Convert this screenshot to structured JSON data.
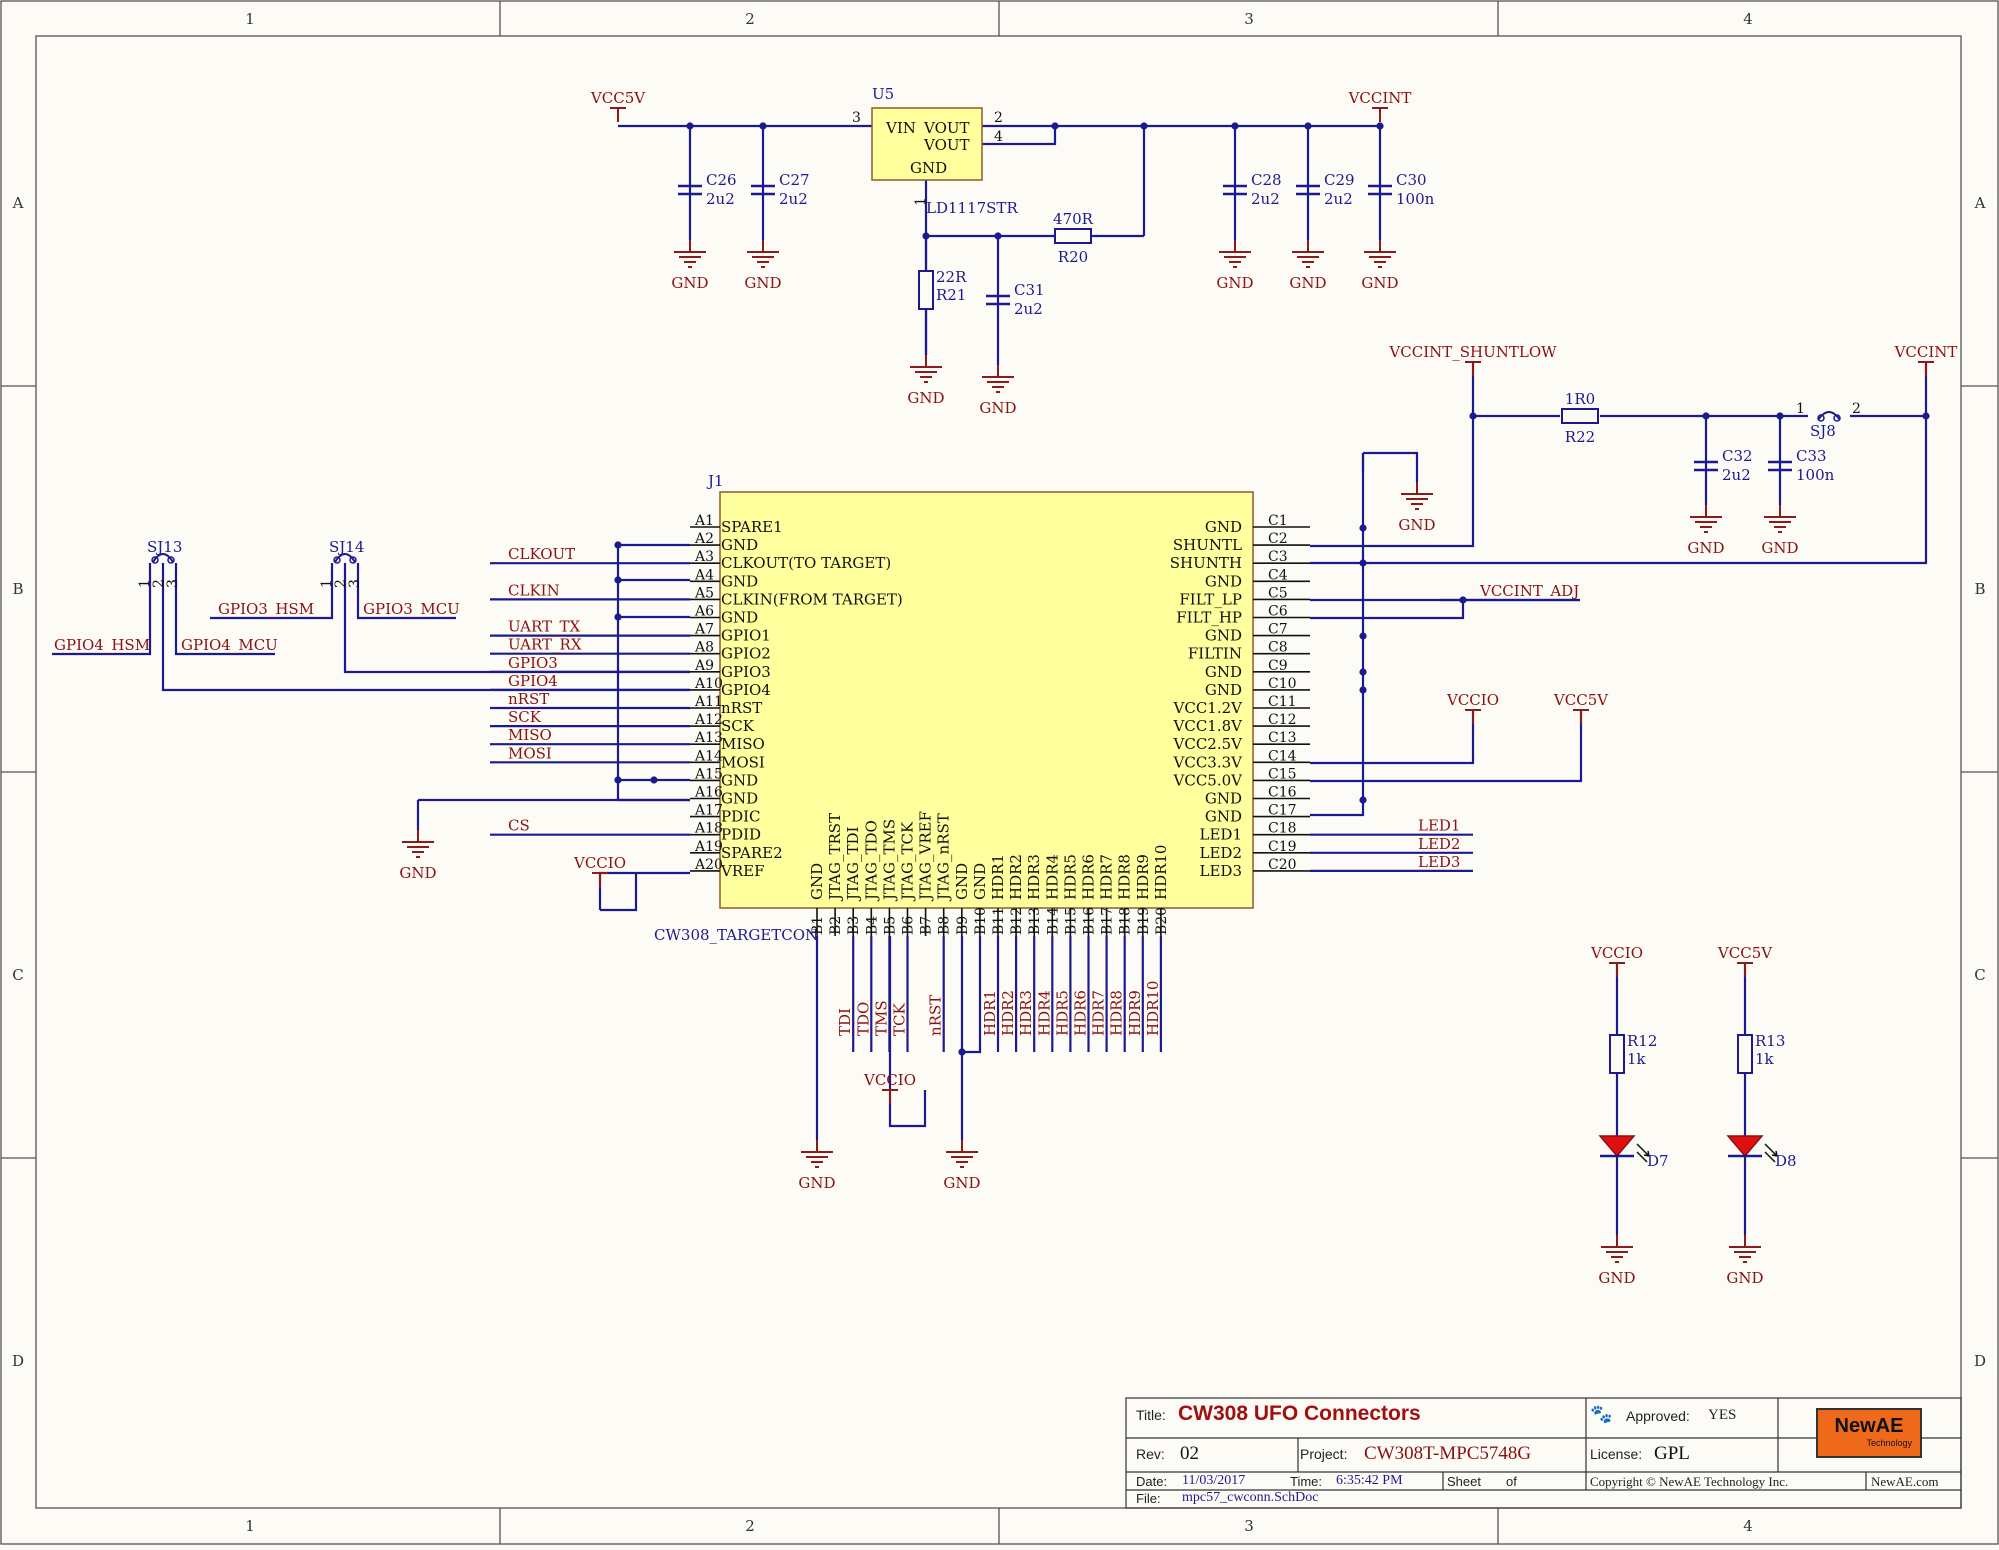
{
  "zones": {
    "columns": [
      "1",
      "2",
      "3",
      "4"
    ],
    "rows": [
      "A",
      "B",
      "C",
      "D"
    ]
  },
  "regulator": {
    "designator": "U5",
    "part": "LD1117STR",
    "pins": {
      "vin": "VIN",
      "vout": "VOUT",
      "vout2": "VOUT",
      "gnd": "GND"
    },
    "pin_numbers": {
      "vin": "3",
      "vout": "2",
      "vout2": "4",
      "gnd": "1"
    }
  },
  "power_nets": {
    "vcc5v": "VCC5V",
    "vccint": "VCCINT",
    "vccint_shuntlow": "VCCINT_SHUNTLOW",
    "vccio": "VCCIO",
    "gnd": "GND",
    "vccint_adj": "VCCINT_ADJ"
  },
  "capacitors": [
    {
      "ref": "C26",
      "value": "2u2"
    },
    {
      "ref": "C27",
      "value": "2u2"
    },
    {
      "ref": "C28",
      "value": "2u2"
    },
    {
      "ref": "C29",
      "value": "2u2"
    },
    {
      "ref": "C30",
      "value": "100n"
    },
    {
      "ref": "C31",
      "value": "2u2"
    },
    {
      "ref": "C32",
      "value": "2u2"
    },
    {
      "ref": "C33",
      "value": "100n"
    }
  ],
  "resistors": [
    {
      "ref": "R20",
      "value": "470R"
    },
    {
      "ref": "R21",
      "value": "22R"
    },
    {
      "ref": "R22",
      "value": "1R0"
    },
    {
      "ref": "R12",
      "value": "1k"
    },
    {
      "ref": "R13",
      "value": "1k"
    }
  ],
  "jumper_sj8": {
    "ref": "SJ8",
    "pin1": "1",
    "pin2": "2"
  },
  "solder_jumpers": [
    {
      "ref": "SJ13",
      "pins": [
        "1",
        "2",
        "3"
      ],
      "nets": [
        "GPIO4_HSM",
        "GPIO4_MCU"
      ]
    },
    {
      "ref": "SJ14",
      "pins": [
        "1",
        "2",
        "3"
      ],
      "nets": [
        "GPIO3_HSM",
        "GPIO3_MCU"
      ]
    }
  ],
  "connector": {
    "designator": "J1",
    "part": "CW308_TARGETCON",
    "a_pins": [
      {
        "num": "A1",
        "name": "SPARE1",
        "net": ""
      },
      {
        "num": "A2",
        "name": "GND",
        "net": ""
      },
      {
        "num": "A3",
        "name": "CLKOUT(TO TARGET)",
        "net": "CLKOUT"
      },
      {
        "num": "A4",
        "name": "GND",
        "net": ""
      },
      {
        "num": "A5",
        "name": "CLKIN(FROM TARGET)",
        "net": "CLKIN"
      },
      {
        "num": "A6",
        "name": "GND",
        "net": ""
      },
      {
        "num": "A7",
        "name": "GPIO1",
        "net": "UART_TX"
      },
      {
        "num": "A8",
        "name": "GPIO2",
        "net": "UART_RX"
      },
      {
        "num": "A9",
        "name": "GPIO3",
        "net": "GPIO3"
      },
      {
        "num": "A10",
        "name": "GPIO4",
        "net": "GPIO4"
      },
      {
        "num": "A11",
        "name": "nRST",
        "net": "nRST"
      },
      {
        "num": "A12",
        "name": "SCK",
        "net": "SCK"
      },
      {
        "num": "A13",
        "name": "MISO",
        "net": "MISO"
      },
      {
        "num": "A14",
        "name": "MOSI",
        "net": "MOSI"
      },
      {
        "num": "A15",
        "name": "GND",
        "net": ""
      },
      {
        "num": "A16",
        "name": "GND",
        "net": ""
      },
      {
        "num": "A17",
        "name": "PDIC",
        "net": ""
      },
      {
        "num": "A18",
        "name": "PDID",
        "net": "CS"
      },
      {
        "num": "A19",
        "name": "SPARE2",
        "net": ""
      },
      {
        "num": "A20",
        "name": "VREF",
        "net": ""
      }
    ],
    "c_pins": [
      {
        "num": "C1",
        "name": "GND"
      },
      {
        "num": "C2",
        "name": "SHUNTL"
      },
      {
        "num": "C3",
        "name": "SHUNTH"
      },
      {
        "num": "C4",
        "name": "GND"
      },
      {
        "num": "C5",
        "name": "FILT_LP"
      },
      {
        "num": "C6",
        "name": "FILT_HP"
      },
      {
        "num": "C7",
        "name": "GND"
      },
      {
        "num": "C8",
        "name": "FILTIN"
      },
      {
        "num": "C9",
        "name": "GND"
      },
      {
        "num": "C10",
        "name": "GND"
      },
      {
        "num": "C11",
        "name": "VCC1.2V"
      },
      {
        "num": "C12",
        "name": "VCC1.8V"
      },
      {
        "num": "C13",
        "name": "VCC2.5V"
      },
      {
        "num": "C14",
        "name": "VCC3.3V"
      },
      {
        "num": "C15",
        "name": "VCC5.0V"
      },
      {
        "num": "C16",
        "name": "GND"
      },
      {
        "num": "C17",
        "name": "GND"
      },
      {
        "num": "C18",
        "name": "LED1"
      },
      {
        "num": "C19",
        "name": "LED2"
      },
      {
        "num": "C20",
        "name": "LED3"
      }
    ],
    "b_pins": [
      {
        "num": "B1",
        "name": "GND",
        "net": ""
      },
      {
        "num": "B2",
        "name": "JTAG_TRST",
        "net": ""
      },
      {
        "num": "B3",
        "name": "JTAG_TDI",
        "net": "TDI"
      },
      {
        "num": "B4",
        "name": "JTAG_TDO",
        "net": "TDO"
      },
      {
        "num": "B5",
        "name": "JTAG_TMS",
        "net": "TMS"
      },
      {
        "num": "B6",
        "name": "JTAG_TCK",
        "net": "TCK"
      },
      {
        "num": "B7",
        "name": "JTAG_VREF",
        "net": ""
      },
      {
        "num": "B8",
        "name": "JTAG_nRST",
        "net": "nRST"
      },
      {
        "num": "B9",
        "name": "GND",
        "net": ""
      },
      {
        "num": "B10",
        "name": "GND",
        "net": ""
      },
      {
        "num": "B11",
        "name": "HDR1",
        "net": "HDR1"
      },
      {
        "num": "B12",
        "name": "HDR2",
        "net": "HDR2"
      },
      {
        "num": "B13",
        "name": "HDR3",
        "net": "HDR3"
      },
      {
        "num": "B14",
        "name": "HDR4",
        "net": "HDR4"
      },
      {
        "num": "B15",
        "name": "HDR5",
        "net": "HDR5"
      },
      {
        "num": "B16",
        "name": "HDR6",
        "net": "HDR6"
      },
      {
        "num": "B17",
        "name": "HDR7",
        "net": "HDR7"
      },
      {
        "num": "B18",
        "name": "HDR8",
        "net": "HDR8"
      },
      {
        "num": "B19",
        "name": "HDR9",
        "net": "HDR9"
      },
      {
        "num": "B20",
        "name": "HDR10",
        "net": "HDR10"
      }
    ],
    "led_nets": [
      "LED1",
      "LED2",
      "LED3"
    ]
  },
  "leds": [
    {
      "ref": "D7",
      "supply": "VCCIO",
      "resistor": "R12",
      "value": "1k"
    },
    {
      "ref": "D8",
      "supply": "VCC5V",
      "resistor": "R13",
      "value": "1k"
    }
  ],
  "title_block": {
    "title_label": "Title:",
    "title": "CW308 UFO Connectors",
    "approved_label": "Approved:",
    "approved": "YES",
    "rev_label": "Rev:",
    "rev": "02",
    "project_label": "Project:",
    "project": "CW308T-MPC5748G",
    "license_label": "License:",
    "license": "GPL",
    "date_label": "Date:",
    "date": "11/03/2017",
    "time_label": "Time:",
    "time": "6:35:42 PM",
    "sheet_label": "Sheet",
    "of_label": "of",
    "file_label": "File:",
    "file": "mpc57_cwconn.SchDoc",
    "copyright": "Copyright © NewAE Technology Inc.",
    "website": "NewAE.com",
    "logo": "NewAE",
    "logo_sub": "Technology"
  }
}
